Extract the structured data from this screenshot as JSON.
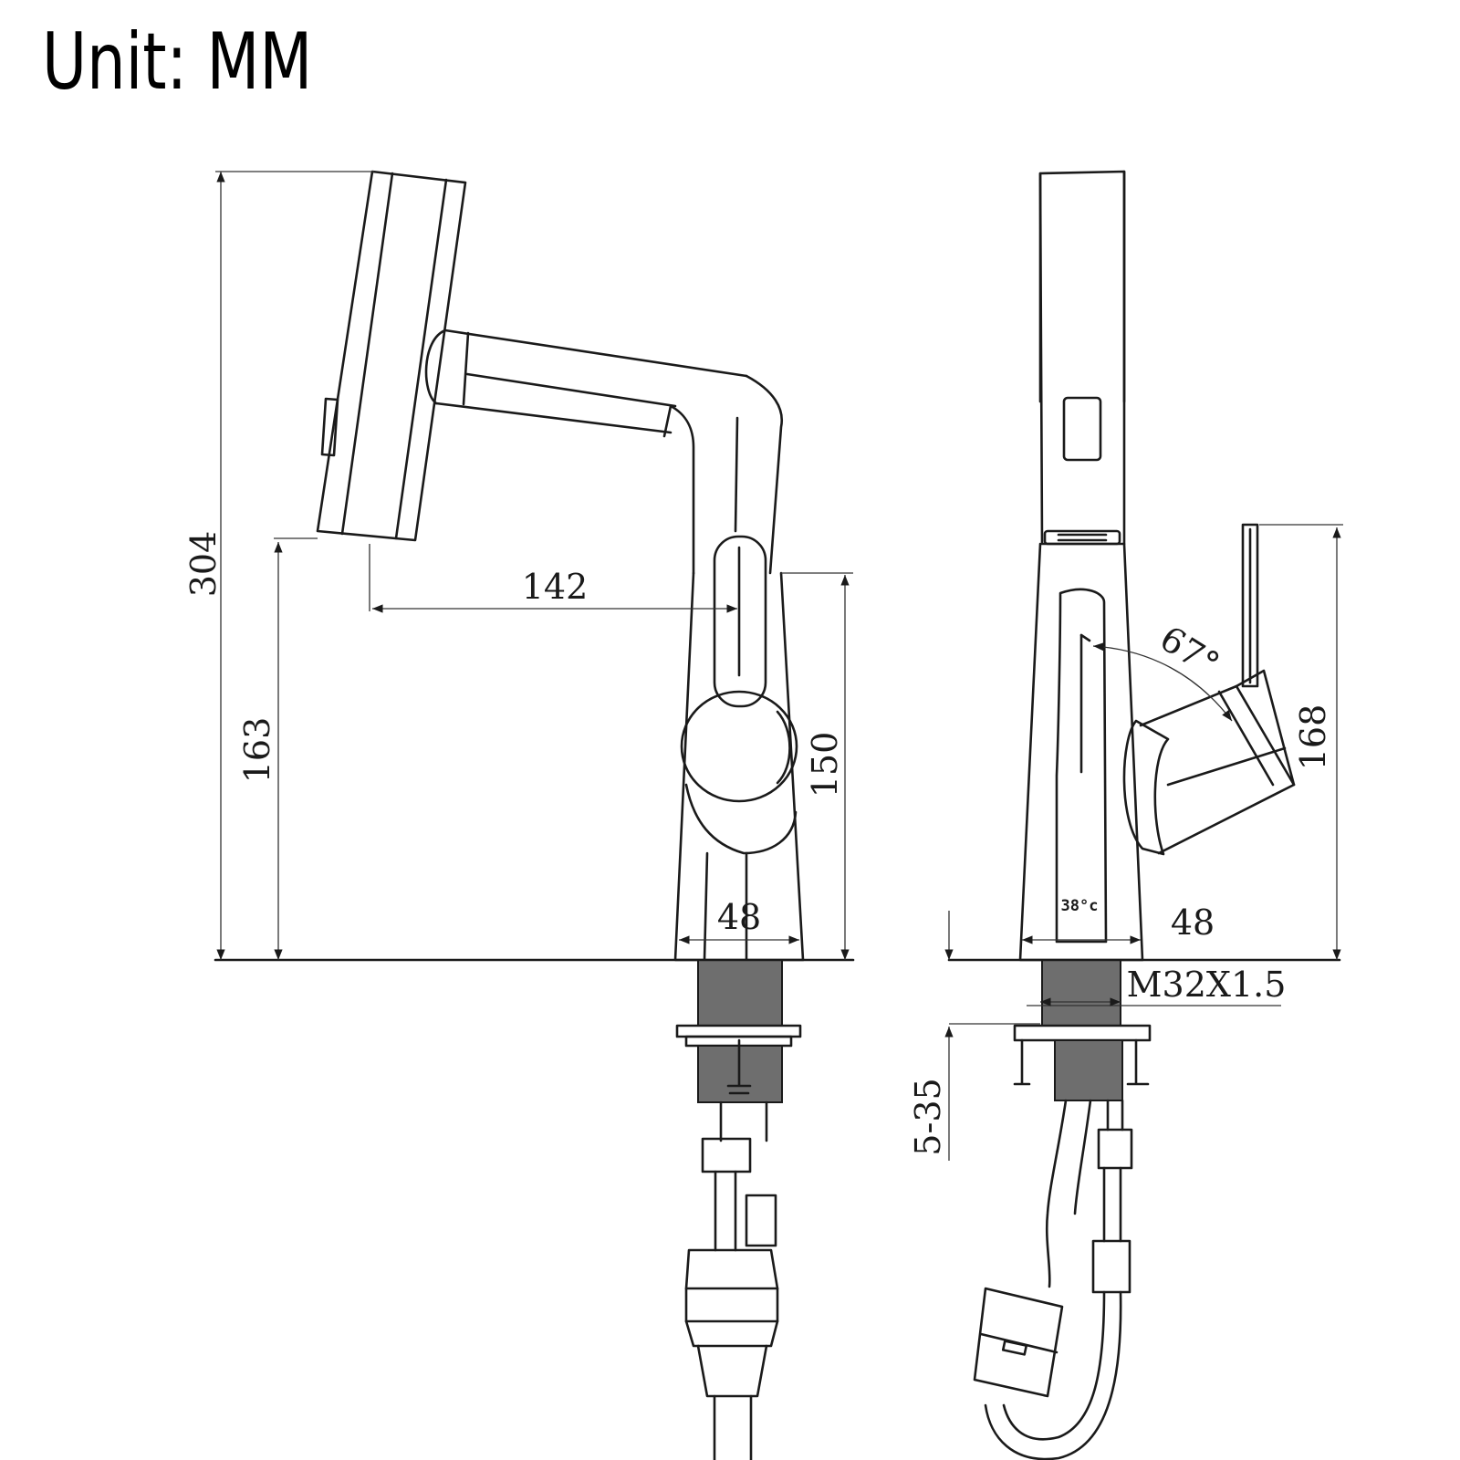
{
  "title": "Unit: MM",
  "side_view": {
    "dims": {
      "total_height": "304",
      "outlet_height": "163",
      "reach": "142",
      "body_height": "150",
      "base_width": "48"
    }
  },
  "front_view": {
    "dims": {
      "handle_height": "168",
      "handle_angle": "67°",
      "base_width": "48",
      "thread": "M32X1.5",
      "deck_thickness": "5-35"
    },
    "display_reading": "38°c"
  },
  "colors": {
    "line": "#1a1a1a",
    "thread_fill": "#6e6e6e"
  }
}
